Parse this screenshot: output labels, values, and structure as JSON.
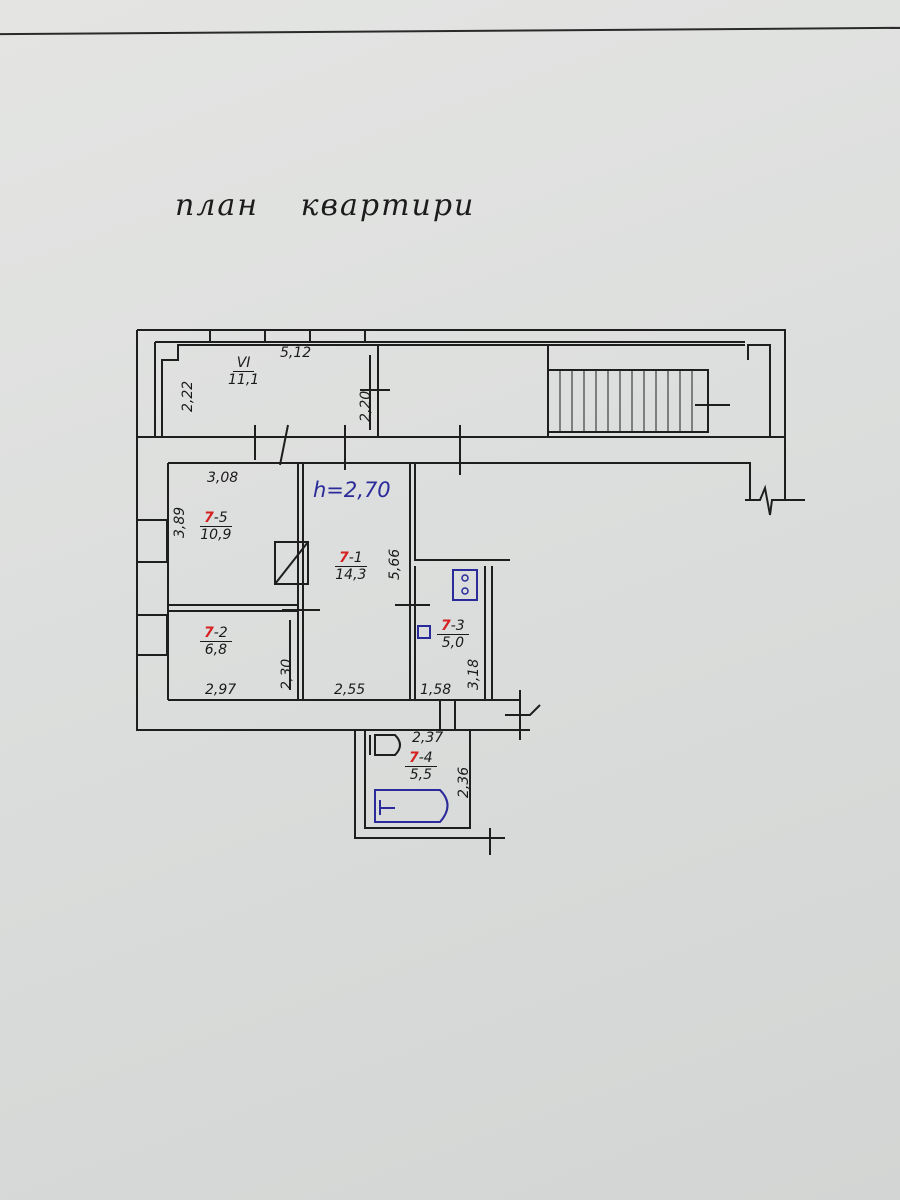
{
  "title": "план квартири",
  "ceiling_height": "h=2,70",
  "rooms": [
    {
      "prefix": "",
      "suffix": "VI",
      "area": "11,1"
    },
    {
      "prefix": "7",
      "suffix": "-5",
      "area": "10,9"
    },
    {
      "prefix": "7",
      "suffix": "-1",
      "area": "14,3"
    },
    {
      "prefix": "7",
      "suffix": "-2",
      "area": "6,8"
    },
    {
      "prefix": "7",
      "suffix": "-3",
      "area": "5,0"
    },
    {
      "prefix": "7",
      "suffix": "-4",
      "area": "5,5"
    }
  ],
  "dimensions": {
    "d512": "5,12",
    "d222": "2,22",
    "d220": "2,20",
    "d308": "3,08",
    "d389": "3,89",
    "d566": "5,66",
    "d297": "2,97",
    "d230": "2,30",
    "d255": "2,55",
    "d158": "1,58",
    "d318": "3,18",
    "d237": "2,37",
    "d236": "2,36"
  },
  "colors": {
    "ink": "#1a1a1a",
    "red": "#d42020",
    "blue": "#2a2a9a"
  }
}
